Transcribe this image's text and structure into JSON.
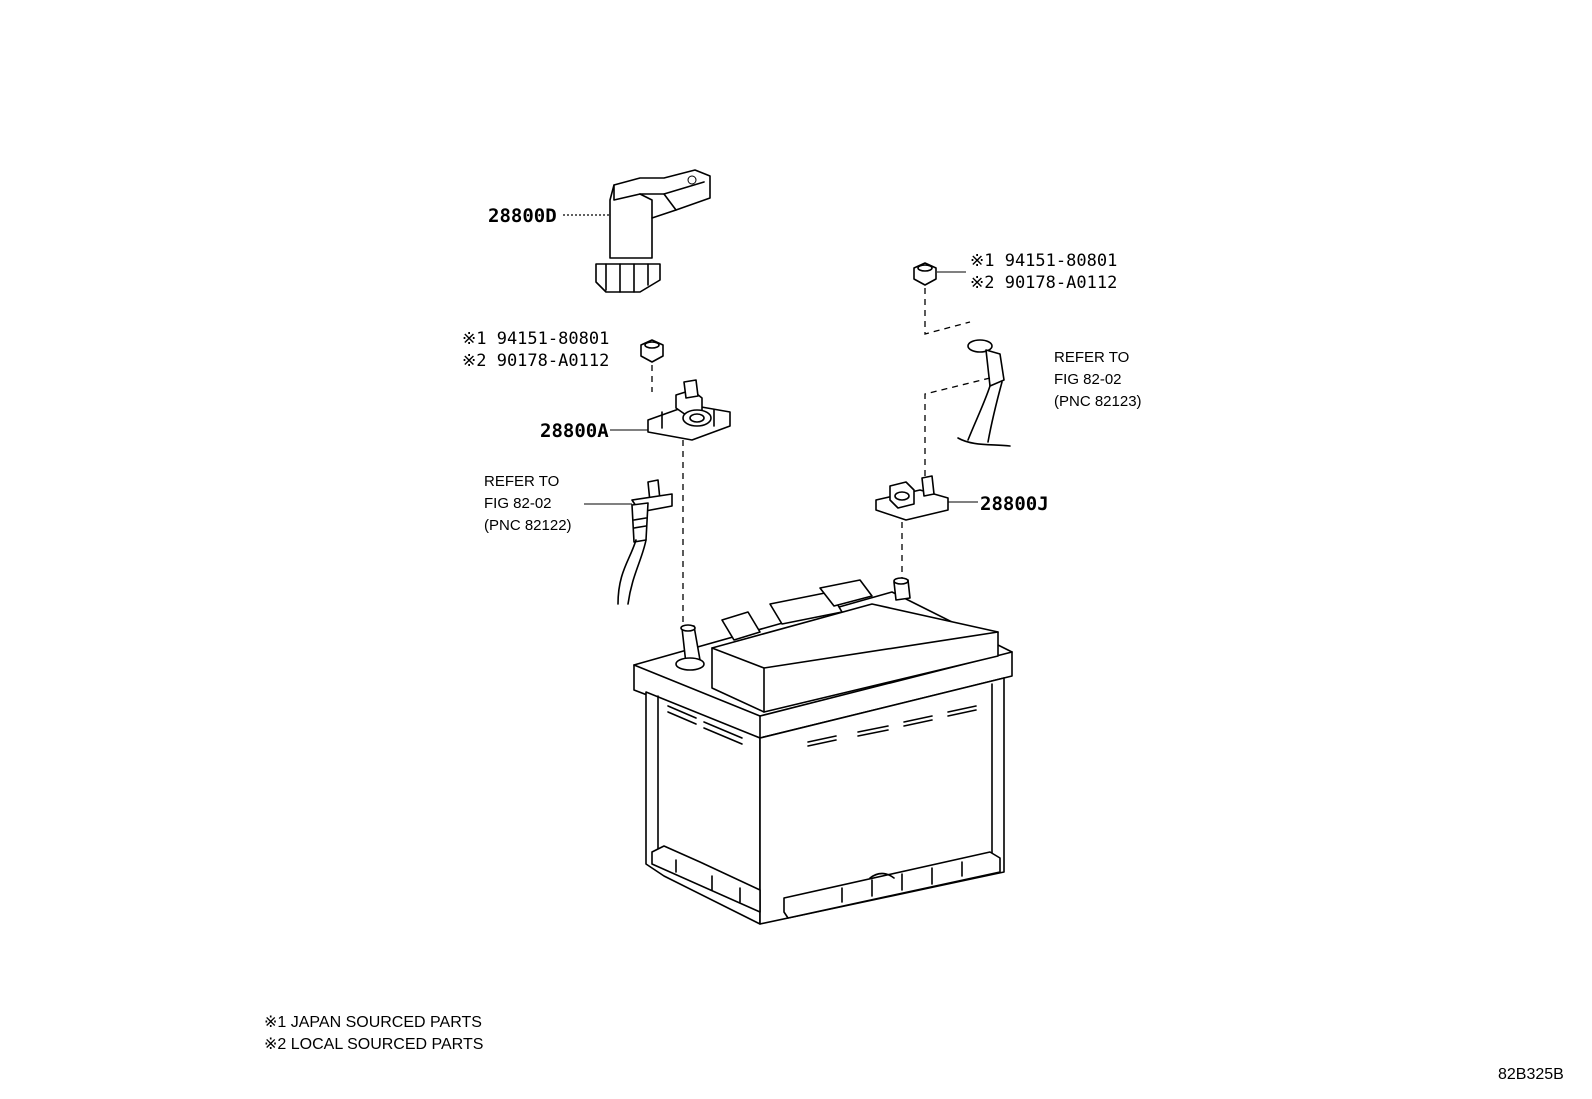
{
  "parts": {
    "cover": "28800D",
    "neg_clamp": "28800A",
    "pos_clamp": "28800J"
  },
  "nut_left": {
    "line1": "※1 94151-80801",
    "line2": "※2 90178-A0112"
  },
  "nut_right": {
    "line1": "※1 94151-80801",
    "line2": "※2 90178-A0112"
  },
  "refer_left": {
    "line1": "REFER TO",
    "line2": "FIG 82-02",
    "line3": "(PNC 82122)"
  },
  "refer_right": {
    "line1": "REFER TO",
    "line2": "FIG 82-02",
    "line3": "(PNC 82123)"
  },
  "legend": {
    "line1": "※1 JAPAN SOURCED PARTS",
    "line2": "※2 LOCAL SOURCED PARTS"
  },
  "figure_id": "82B325B"
}
